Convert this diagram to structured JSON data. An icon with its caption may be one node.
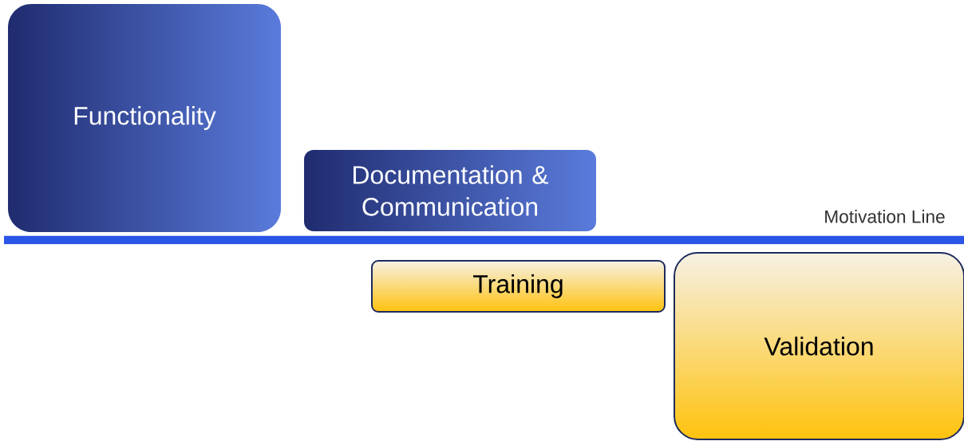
{
  "diagram": {
    "nodes": [
      {
        "text": [
          "Functionality"
        ]
      },
      {
        "text": [
          "Documentation & Communication"
        ]
      },
      {
        "text": [
          "Training"
        ]
      },
      {
        "text": [
          "Validation"
        ]
      }
    ],
    "labels": [
      "Motivation Line"
    ]
  }
}
